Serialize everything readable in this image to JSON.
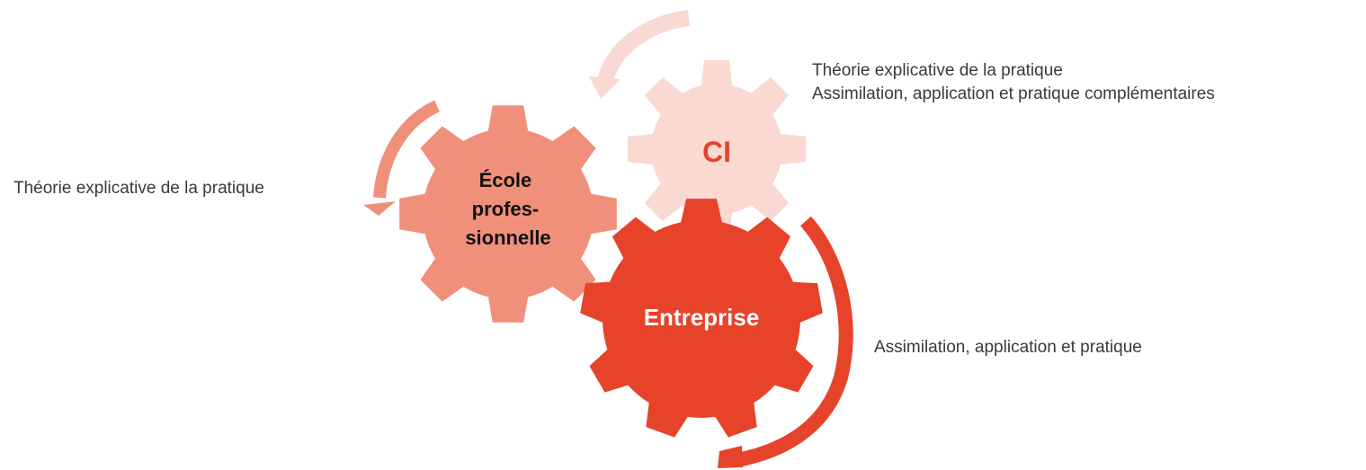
{
  "diagram": {
    "gears": {
      "ci": {
        "label": "CI",
        "color": "#f9d9d2",
        "text_color": "#e6432a"
      },
      "ecole": {
        "label_lines": [
          "École",
          "profes-",
          "sionnelle"
        ],
        "color": "#f0907a",
        "text_color": "#111111"
      },
      "entreprise": {
        "label": "Entreprise",
        "color": "#e6432a",
        "text_color": "#ffffff"
      }
    },
    "arrows": {
      "ci_color": "#f9d9d2",
      "ecole_color": "#f0907a",
      "entreprise_color": "#e6432a"
    },
    "descriptions": {
      "ci": [
        "Théorie explicative de la pratique",
        "Assimilation, application et pratique complémentaires"
      ],
      "ecole": "Théorie explicative de la pratique",
      "entreprise": "Assimilation, application et pratique"
    }
  }
}
